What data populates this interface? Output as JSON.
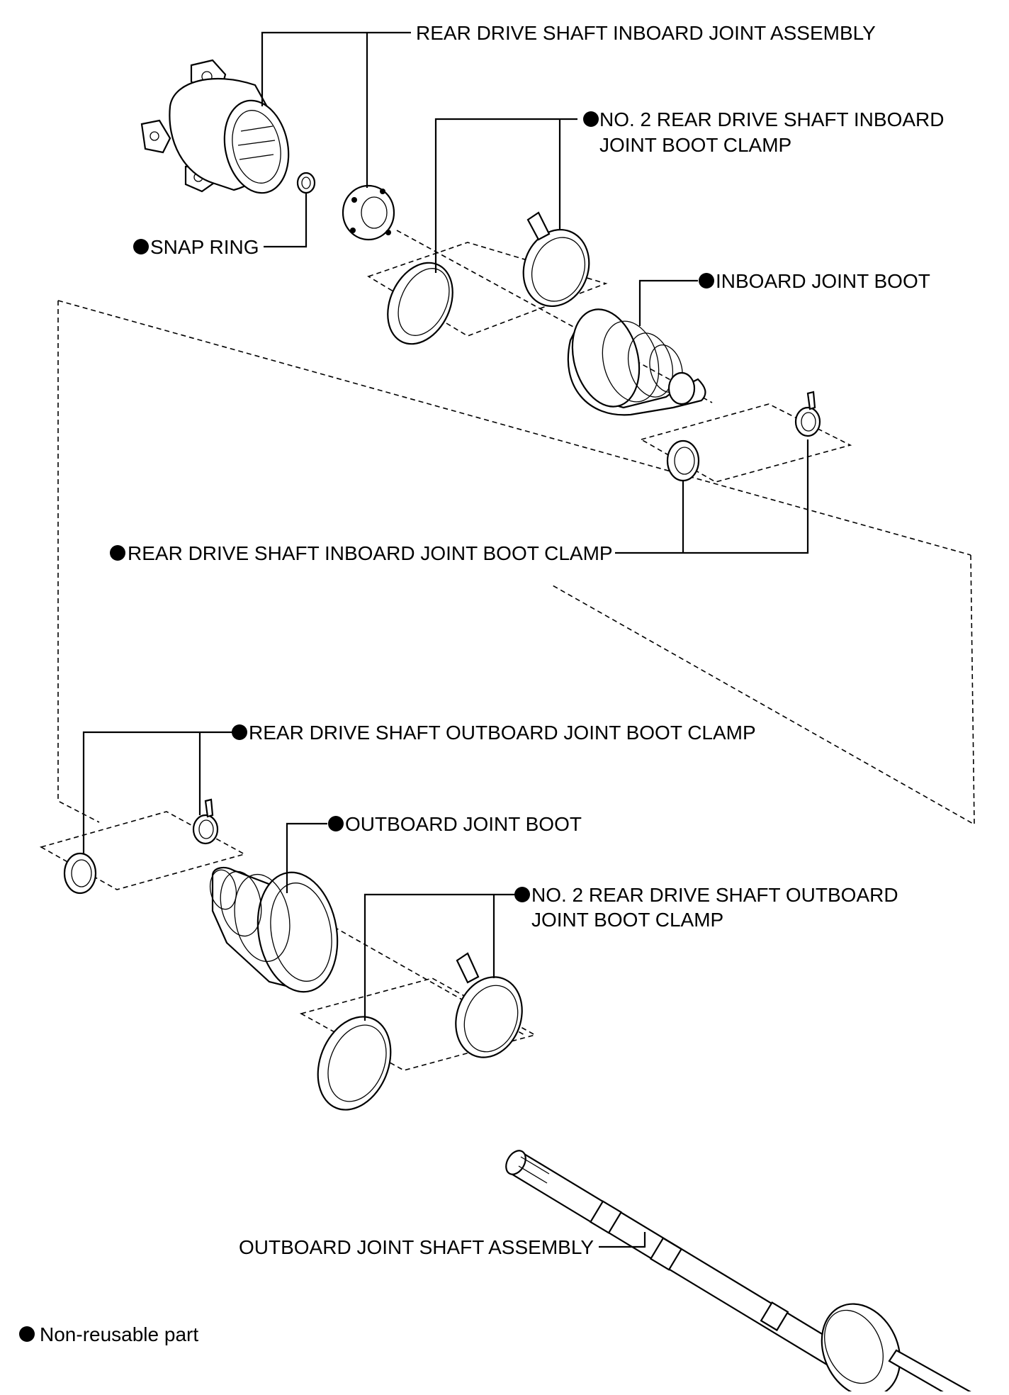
{
  "labels": {
    "inboard_joint_assembly": "REAR DRIVE SHAFT INBOARD JOINT ASSEMBLY",
    "no2_inboard_clamp_line1": "NO. 2 REAR DRIVE SHAFT INBOARD",
    "no2_inboard_clamp_line2": "JOINT BOOT CLAMP",
    "snap_ring": "SNAP RING",
    "inboard_joint_boot": "INBOARD JOINT BOOT",
    "inboard_boot_clamp": "REAR DRIVE SHAFT INBOARD JOINT BOOT CLAMP",
    "outboard_boot_clamp": "REAR DRIVE SHAFT OUTBOARD JOINT BOOT CLAMP",
    "outboard_joint_boot": "OUTBOARD JOINT BOOT",
    "no2_outboard_clamp_line1": "NO. 2 REAR DRIVE SHAFT OUTBOARD",
    "no2_outboard_clamp_line2": "JOINT BOOT CLAMP",
    "outboard_shaft_assembly": "OUTBOARD JOINT SHAFT ASSEMBLY"
  },
  "legend": {
    "non_reusable": "Non-reusable part"
  },
  "marker_icon": "filled-circle-icon"
}
